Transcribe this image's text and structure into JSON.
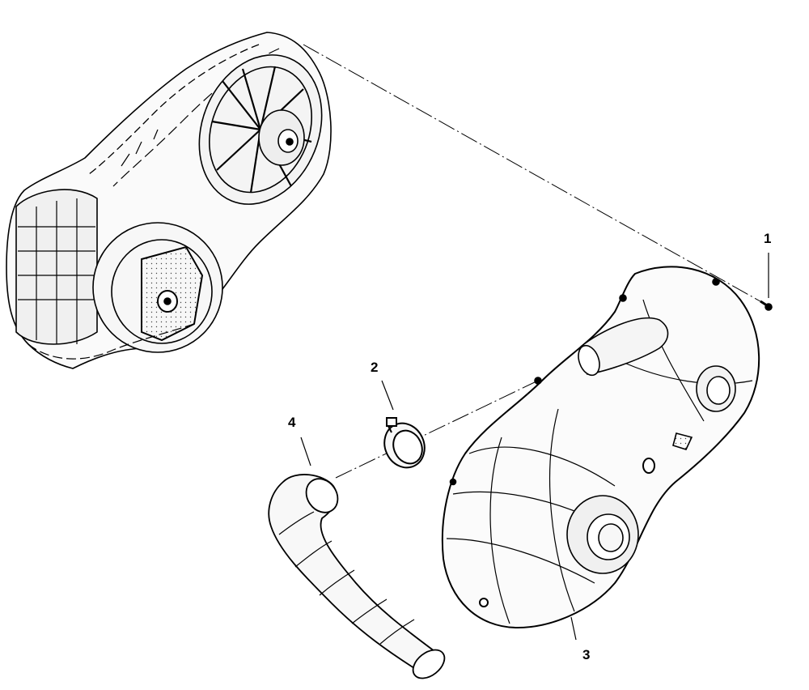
{
  "diagram": {
    "kind": "exploded-parts-view",
    "callouts": [
      {
        "id": "1",
        "label": "1",
        "part": "screw"
      },
      {
        "id": "2",
        "label": "2",
        "part": "hose-clamp"
      },
      {
        "id": "3",
        "label": "3",
        "part": "outer-clutch-cover"
      },
      {
        "id": "4",
        "label": "4",
        "part": "duct-hose"
      }
    ]
  }
}
